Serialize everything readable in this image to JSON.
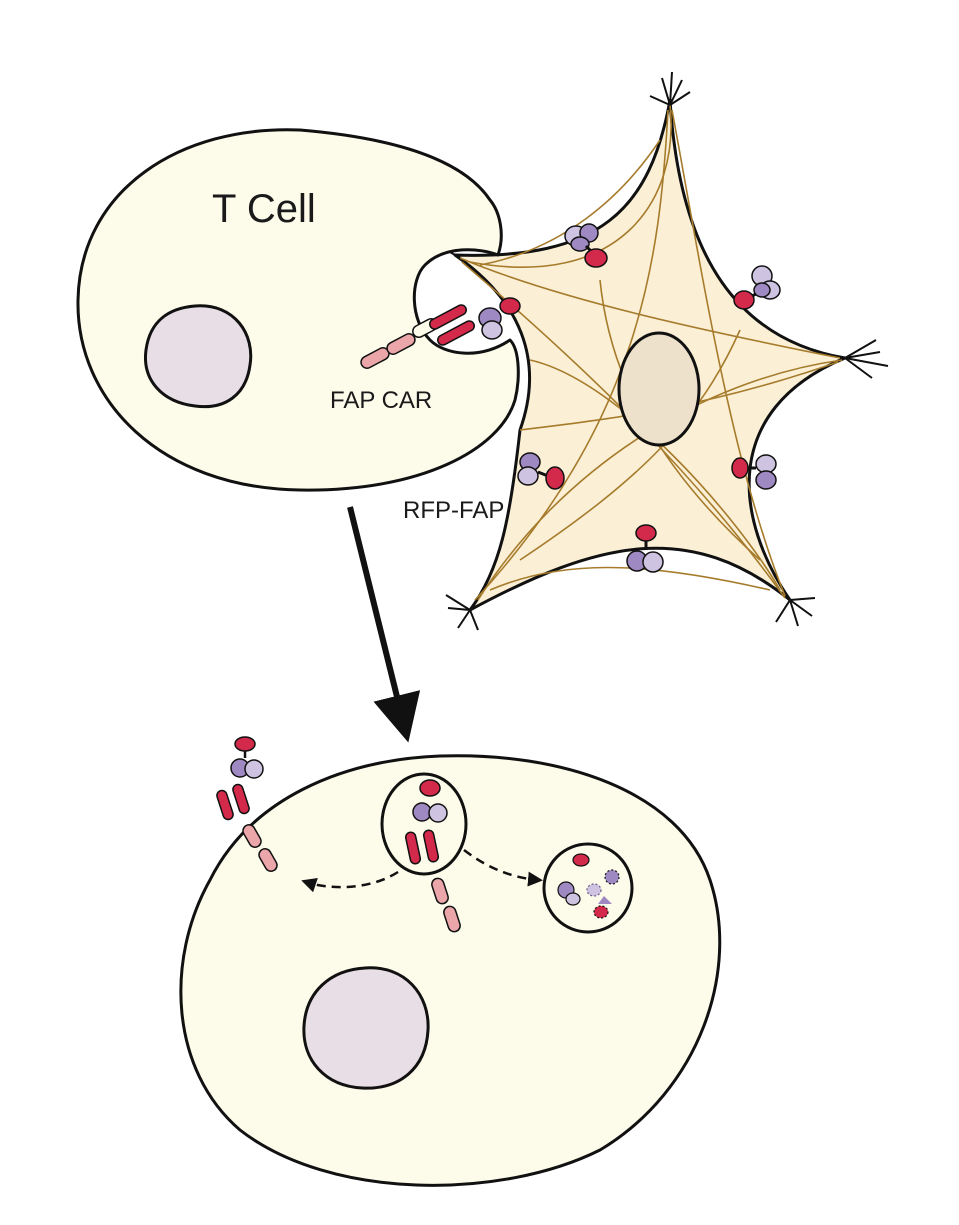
{
  "labels": {
    "t_cell": "T Cell",
    "fap_car": "FAP CAR",
    "rfp_fap": "RFP-FAP"
  },
  "colors": {
    "cell_fill": "#fdfbea",
    "nucleus_fill": "#e8dfe6",
    "fibroblast_fill": "#fbefd6",
    "fibroblast_nucleus": "#ede1cc",
    "filament": "#a67c2c",
    "rfp_red": "#d3294a",
    "car_light": "#eaa6a8",
    "fap_purple": "#9f89c2",
    "fap_lavender": "#cfc3e2",
    "outline": "#111111"
  }
}
